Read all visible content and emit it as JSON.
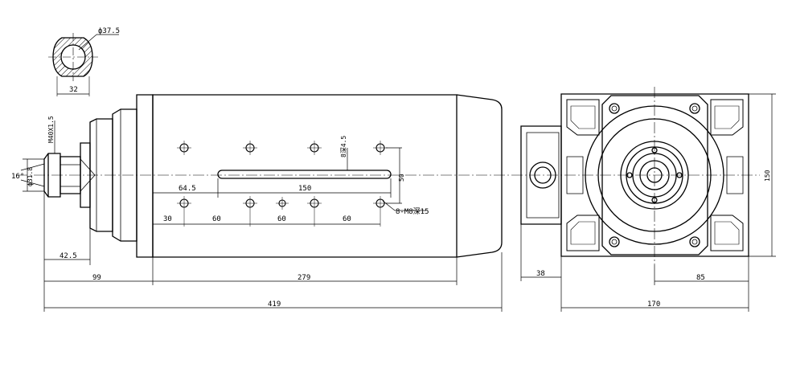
{
  "labels": {
    "section_dia": "ф37.5",
    "section_width": "32",
    "thread": "M40X1.5",
    "collet_dia": "ф31.8",
    "cone_angle": "16°",
    "groove_depth": "8深4.5",
    "offset_left": "64.5",
    "slot_length": "150",
    "height_50": "50",
    "pitch_a": "30",
    "pitch_b": "60",
    "pitch_c": "60",
    "pitch_d": "60",
    "holes": "8-M8深15",
    "nose_len": "42.5",
    "front_len": "99",
    "body_len": "279",
    "total_len": "419",
    "box_len": "38",
    "half_width": "85",
    "width": "170",
    "height_150": "150"
  },
  "colors": {
    "line": "#000000",
    "hatch": "#000000",
    "background": "#ffffff"
  }
}
